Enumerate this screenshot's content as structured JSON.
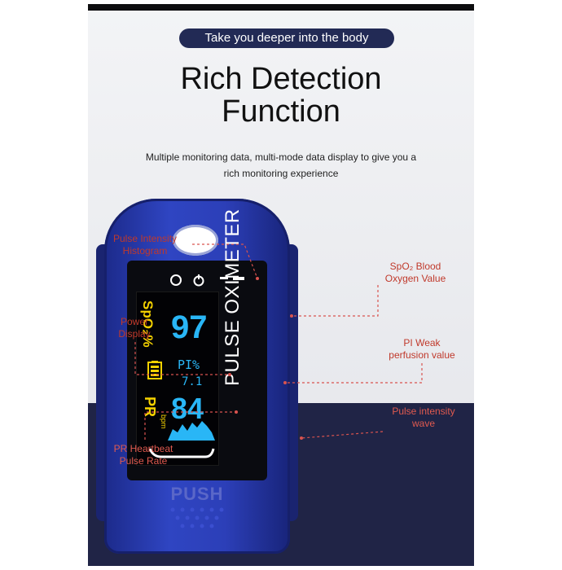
{
  "header": {
    "tag": "Take you deeper into the body",
    "title_line1": "Rich Detection",
    "title_line2": "Function",
    "subtitle_line1": "Multiple monitoring data, multi-mode data display to give you a",
    "subtitle_line2": "rich monitoring experience"
  },
  "annotations": {
    "pulse_histogram_1": "Pulse Intensity",
    "pulse_histogram_2": "Histogram",
    "spo2_1": "SpO₂ Blood",
    "spo2_2": "Oxygen Value",
    "power_1": "Power",
    "power_2": "Display",
    "pi_1": "PI Weak",
    "pi_2": "perfusion value",
    "wave_1": "Pulse intensity",
    "wave_2": "wave",
    "pr_1": "PR Heartbeat",
    "pr_2": "Pulse Rate"
  },
  "display": {
    "spo2_label": "SpO₂%",
    "spo2_value": "97",
    "pi_label": "PI%",
    "pi_value": "7.1",
    "pr_label": "PR",
    "pr_unit": "bpm",
    "pr_value": "84"
  },
  "device": {
    "brand": "PULSE OXIMETER",
    "button_label": "PUSH"
  },
  "colors": {
    "accent_red": "#c0392b",
    "device_blue": "#2f45c2",
    "spo2_yellow": "#f5d200",
    "value_cyan": "#29b6f6",
    "navy": "#202446"
  }
}
